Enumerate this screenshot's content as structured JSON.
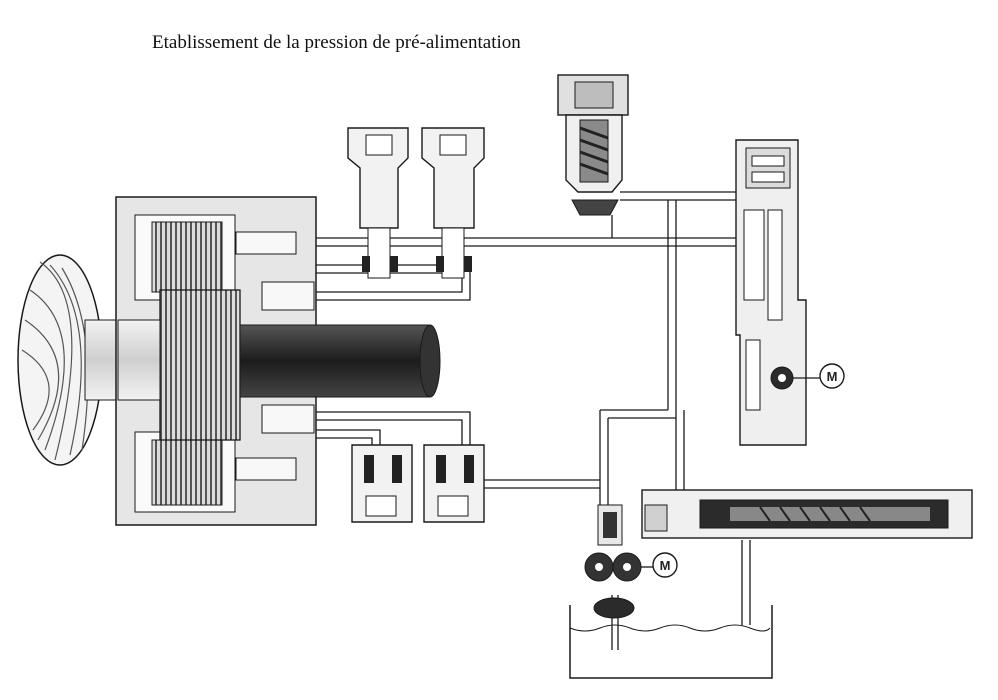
{
  "title": "Etablissement de la pression de pré-alimentation",
  "motor_labels": [
    "M",
    "M"
  ],
  "colors": {
    "line": "#1a1a1a",
    "channel": "#ececec",
    "body": "#d9d9d9",
    "dark": "#2b2b2b",
    "oil": "#cfcfcf"
  }
}
